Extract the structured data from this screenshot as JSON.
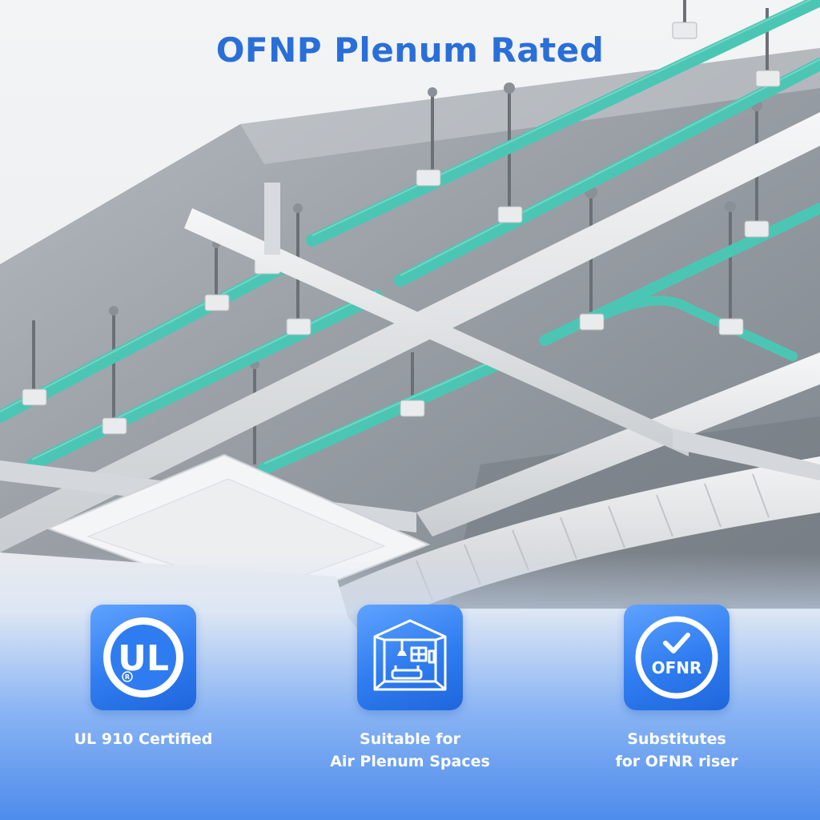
{
  "title": "OFNP Plenum Rated",
  "features": [
    {
      "icon": "ul-certification-icon",
      "lines": [
        "UL 910 Certified"
      ]
    },
    {
      "icon": "plenum-room-icon",
      "lines": [
        "Suitable for",
        "Air Plenum Spaces"
      ]
    },
    {
      "icon": "ofnr-check-icon",
      "lines": [
        "Substitutes",
        "for OFNR riser"
      ],
      "badge_text": "OFNR"
    }
  ],
  "ul_mark": {
    "letters": "UL",
    "registered": "R"
  },
  "colors": {
    "title": "#2a6fd8",
    "tile": "#2f7cf0",
    "cable": "#4cc6b4",
    "rail": "#e4e7ea",
    "concrete": "#9aa1a8",
    "label": "#ffffff"
  }
}
